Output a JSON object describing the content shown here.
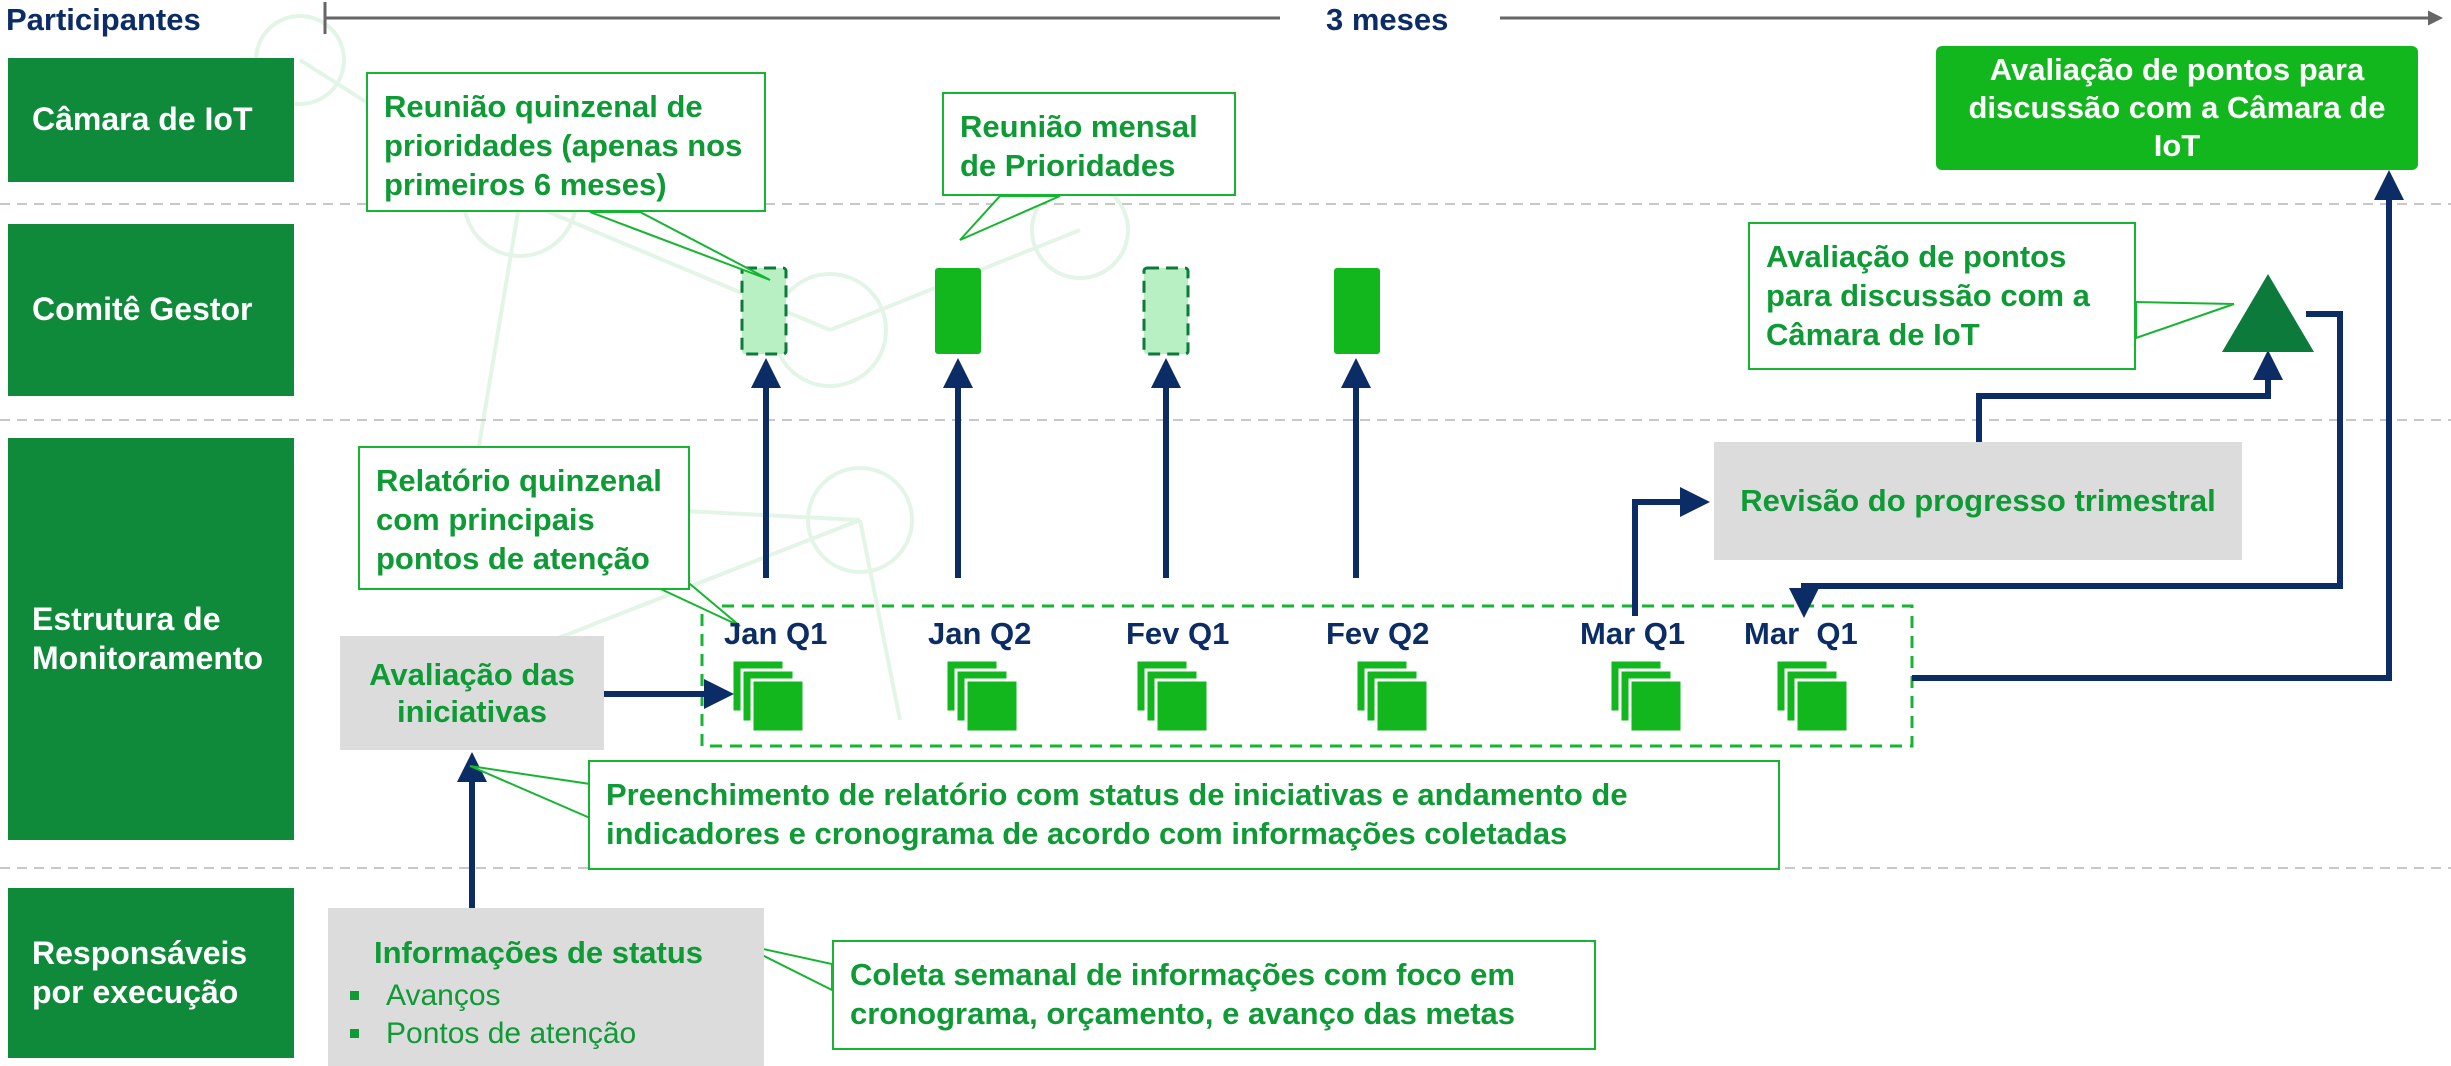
{
  "header": {
    "participants_label": "Participantes",
    "timeline_label": "3 meses"
  },
  "lanes": [
    {
      "label": "Câmara de IoT"
    },
    {
      "label": "Comitê Gestor"
    },
    {
      "label": "Estrutura de Monitoramento"
    },
    {
      "label": "Responsáveis por execução"
    }
  ],
  "callouts": {
    "reuniao_quinzenal": "Reunião quinzenal de prioridades (apenas nos primeiros 6 meses)",
    "reuniao_mensal": "Reunião mensal de Prioridades",
    "avaliacao_comite": "Avaliação de pontos para discussão com a Câmara de IoT",
    "relatorio_quinzenal": "Relatório quinzenal com principais pontos de atenção",
    "preenchimento": "Preenchimento de relatório com status de iniciativas e andamento de indicadores e cronograma de acordo com informações coletadas",
    "coleta_semanal": "Coleta semanal de informações com foco em cronograma, orçamento, e avanço das metas"
  },
  "boxes": {
    "camara_avaliacao": "Avaliação de pontos para discussão com a Câmara de IoT",
    "revisao": "Revisão do progresso trimestral",
    "avaliacao_iniciativas": "Avaliação das iniciativas",
    "informacoes_status": "Informações de status",
    "status_items": [
      "Avanços",
      "Pontos de atenção"
    ]
  },
  "periods": [
    "Jan Q1",
    "Jan Q2",
    "Fev Q1",
    "Fev Q2",
    "Mar Q1",
    "Mar  Q1"
  ],
  "meetings": [
    {
      "type": "quinzenal",
      "style": "dashed"
    },
    {
      "type": "mensal",
      "style": "solid"
    },
    {
      "type": "quinzenal",
      "style": "dashed"
    },
    {
      "type": "mensal",
      "style": "solid"
    }
  ],
  "colors": {
    "lane_green": "#0e8a3a",
    "bright_green": "#12b71d",
    "text_green": "#0e9a35",
    "navy": "#0b2c64",
    "gray_box": "#dcdcdc",
    "dark_triangle": "#0c7a3a",
    "light_meeting_fill": "#b8f0c4"
  },
  "icons": [
    "document-stack-icon",
    "triangle-milestone-icon",
    "arrow-icon"
  ]
}
